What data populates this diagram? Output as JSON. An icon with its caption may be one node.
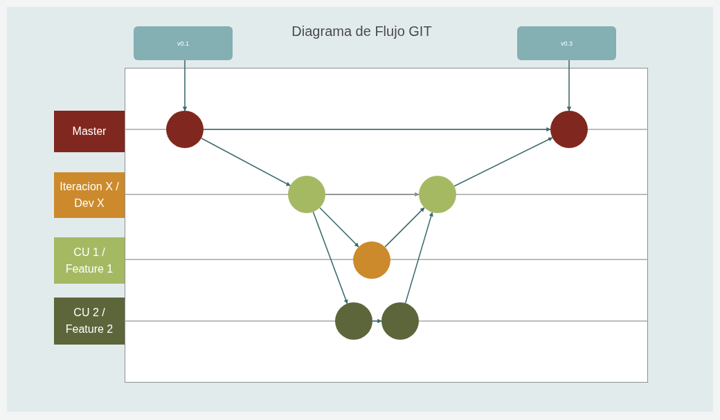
{
  "diagram": {
    "title": "Diagrama de Flujo GIT",
    "nodes": [
      {
        "text": [
          "v0.1"
        ]
      },
      {
        "text": [
          "v0.3"
        ]
      },
      {
        "text": [
          "Master"
        ]
      },
      {
        "text": [
          "Iteracion X / Dev X"
        ]
      },
      {
        "text": [
          "CU 1 / Feature 1"
        ]
      },
      {
        "text": [
          "CU 2 / Feature 2"
        ]
      },
      {
        "text": [],
        "shape": "circle"
      },
      {
        "text": [],
        "shape": "circle"
      },
      {
        "text": [],
        "shape": "circle"
      },
      {
        "text": [],
        "shape": "circle"
      },
      {
        "text": [],
        "shape": "circle"
      },
      {
        "text": [],
        "shape": "circle"
      },
      {
        "text": [],
        "shape": "circle"
      }
    ],
    "edges": [
      {
        "from": 0,
        "to": 6,
        "arrow": "to"
      },
      {
        "from": 1,
        "to": 7,
        "arrow": "to"
      },
      {
        "from": 6,
        "to": 7,
        "arrow": "to"
      },
      {
        "from": 6,
        "to": 8,
        "arrow": "to"
      },
      {
        "from": 8,
        "to": 9,
        "arrow": "to",
        "color": "#8a8a8a"
      },
      {
        "from": 8,
        "to": 10,
        "arrow": "to"
      },
      {
        "from": 8,
        "to": 11,
        "arrow": "to"
      },
      {
        "from": 10,
        "to": 9,
        "arrow": "to"
      },
      {
        "from": 11,
        "to": 12,
        "arrow": "to"
      },
      {
        "from": 12,
        "to": 9,
        "arrow": "to"
      },
      {
        "from": 9,
        "to": 7,
        "arrow": "to"
      }
    ]
  }
}
